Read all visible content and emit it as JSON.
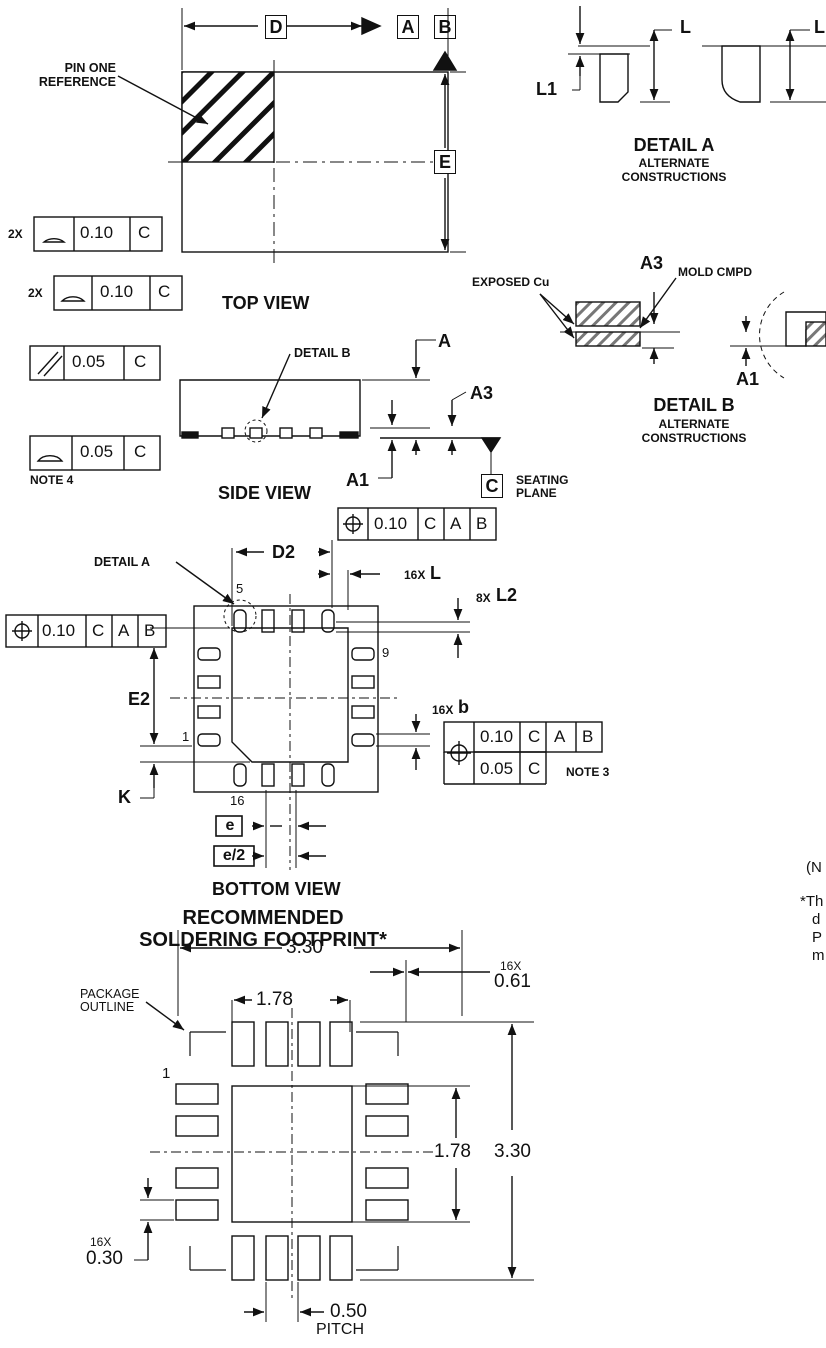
{
  "top_view": {
    "datum_d": "D",
    "datum_a": "A",
    "datum_b": "B",
    "datum_e": "E",
    "pin_one_line1": "PIN ONE",
    "pin_one_line2": "REFERENCE",
    "tol1": {
      "prefix": "2X",
      "value": "0.10",
      "ref": "C"
    },
    "tol2": {
      "prefix": "2X",
      "value": "0.10",
      "ref": "C"
    },
    "title": "TOP VIEW"
  },
  "side_view": {
    "tol_parallel": {
      "value": "0.05",
      "ref": "C"
    },
    "tol_flat": {
      "value": "0.05",
      "ref": "C"
    },
    "note4": "NOTE 4",
    "detail_b_label": "DETAIL B",
    "dim_a": "A",
    "dim_a3": "A3",
    "dim_a1": "A1",
    "datum_c": "C",
    "seating1": "SEATING",
    "seating2": "PLANE",
    "title": "SIDE VIEW"
  },
  "detail_a": {
    "dim_l": "L",
    "dim_l1": "L1",
    "title": "DETAIL A",
    "sub1": "ALTERNATE",
    "sub2": "CONSTRUCTIONS"
  },
  "detail_b": {
    "exposed": "EXPOSED Cu",
    "dim_a3": "A3",
    "mold": "MOLD CMPD",
    "dim_a1": "A1",
    "title": "DETAIL B",
    "sub1": "ALTERNATE",
    "sub2": "CONSTRUCTIONS"
  },
  "bottom_view": {
    "detail_a_label": "DETAIL A",
    "dim_d2": "D2",
    "pos_tol": {
      "value": "0.10",
      "c": "C",
      "a": "A",
      "b": "B"
    },
    "left_tol": {
      "value": "0.10",
      "c": "C",
      "a": "A",
      "b": "B"
    },
    "l_16x": "16X",
    "l_label": "L",
    "l2_8x": "8X",
    "l2_label": "L2",
    "pin5": "5",
    "pin9": "9",
    "pin1": "1",
    "pin16": "16",
    "dim_e2": "E2",
    "dim_k": "K",
    "b_16x": "16X",
    "b_label": "b",
    "b_tol_top": {
      "value": "0.10",
      "c": "C",
      "a": "A",
      "b": "B"
    },
    "b_tol_bottom": {
      "value": "0.05",
      "c": "C"
    },
    "note3": "NOTE 3",
    "e_label": "e",
    "e2_label": "e/2",
    "title": "BOTTOM VIEW"
  },
  "footprint": {
    "title1": "RECOMMENDED",
    "title2": "SOLDERING FOOTPRINT*",
    "dim_330_top": "3.30",
    "pad_16x": "16X",
    "pad_061": "0.61",
    "pkg1": "PACKAGE",
    "pkg2": "OUTLINE",
    "dim_178_top": "1.78",
    "pin1": "1",
    "dim_178_right": "1.78",
    "dim_330_right": "3.30",
    "pad_h_16x": "16X",
    "pad_030": "0.30",
    "pitch_val": "0.50",
    "pitch_label": "PITCH"
  },
  "right_notes": {
    "n1": "(N",
    "n2": "*Th",
    "n3": "d",
    "n4": "P",
    "n5": "m"
  }
}
